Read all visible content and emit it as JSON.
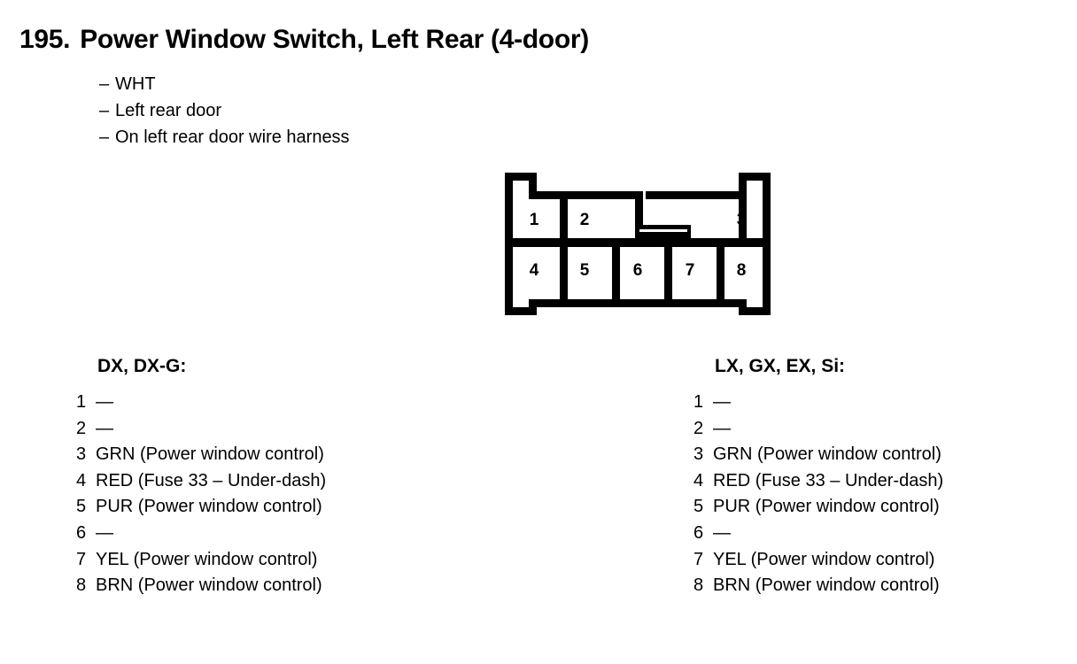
{
  "title": {
    "number": "195.",
    "text": "Power Window Switch, Left Rear (4-door)"
  },
  "specs": [
    {
      "dash": "–",
      "label": "WHT"
    },
    {
      "dash": "–",
      "label": "Left rear door"
    },
    {
      "dash": "–",
      "label": "On left rear door wire harness"
    }
  ],
  "connector": {
    "pins": [
      "1",
      "2",
      "3",
      "4",
      "5",
      "6",
      "7",
      "8"
    ],
    "top_row": [
      "1",
      "2",
      "3"
    ],
    "bottom_row": [
      "4",
      "5",
      "6",
      "7",
      "8"
    ],
    "latch": "latch-tab",
    "line_color": "#000000",
    "body_color": "#ffffff"
  },
  "tables": [
    {
      "heading": "DX, DX-G:",
      "rows": [
        {
          "index": "1",
          "value": "—"
        },
        {
          "index": "2",
          "value": "—"
        },
        {
          "index": "3",
          "value": "GRN (Power window control)"
        },
        {
          "index": "4",
          "value": "RED (Fuse 33 – Under-dash)"
        },
        {
          "index": "5",
          "value": "PUR (Power window control)"
        },
        {
          "index": "6",
          "value": "—"
        },
        {
          "index": "7",
          "value": "YEL (Power window control)"
        },
        {
          "index": "8",
          "value": "BRN (Power window control)"
        }
      ]
    },
    {
      "heading": "LX, GX, EX, Si:",
      "rows": [
        {
          "index": "1",
          "value": "—"
        },
        {
          "index": "2",
          "value": "—"
        },
        {
          "index": "3",
          "value": "GRN (Power window control)"
        },
        {
          "index": "4",
          "value": "RED (Fuse 33 – Under-dash)"
        },
        {
          "index": "5",
          "value": "PUR (Power window control)"
        },
        {
          "index": "6",
          "value": "—"
        },
        {
          "index": "7",
          "value": "YEL (Power window control)"
        },
        {
          "index": "8",
          "value": "BRN (Power window control)"
        }
      ]
    }
  ]
}
